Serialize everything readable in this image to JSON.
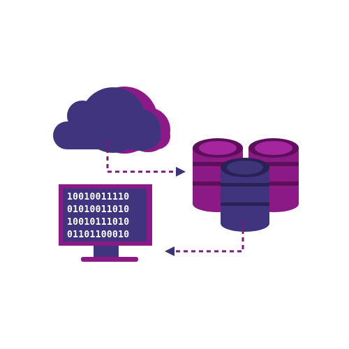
{
  "monitor": {
    "binary_lines": [
      "10010011110",
      "01010011010",
      "10010111010",
      "01101100010"
    ]
  },
  "colors": {
    "cloud_front": "#41347f",
    "cloud_back": "#8c1a86",
    "database_purple_top": "#a4259d",
    "database_purple_body": "#8c1a86",
    "database_purple_dark": "#5d0f5a",
    "database_navy_top": "#3e3478",
    "database_navy_body": "#41347f",
    "database_navy_dark": "#2a2157",
    "monitor_frame": "#8c1a86",
    "monitor_screen": "#41347f",
    "monitor_stand": "#41347f",
    "arrow": "#7a1a78",
    "arrowhead": "#3e3478",
    "binary_text": "#ffffff"
  },
  "icons": {
    "cloud": "cloud-icon",
    "database": "database-icon",
    "monitor": "monitor-icon"
  }
}
